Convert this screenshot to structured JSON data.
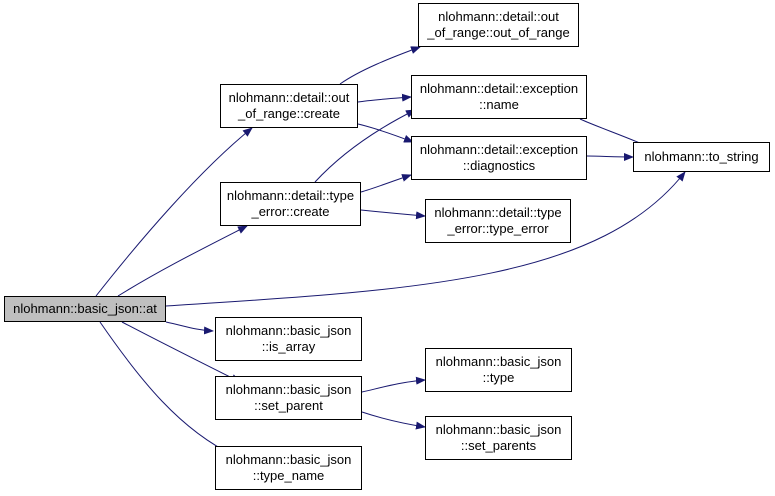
{
  "nodes": [
    {
      "id": "at",
      "label": "nlohmann::basic_json::at",
      "root": true
    },
    {
      "id": "oor_ctor",
      "label": "nlohmann::detail::out\n_of_range::out_of_range"
    },
    {
      "id": "oor_create",
      "label": "nlohmann::detail::out\n_of_range::create"
    },
    {
      "id": "exc_name",
      "label": "nlohmann::detail::exception\n::name"
    },
    {
      "id": "exc_diag",
      "label": "nlohmann::detail::exception\n::diagnostics"
    },
    {
      "id": "to_string",
      "label": "nlohmann::to_string"
    },
    {
      "id": "te_create",
      "label": "nlohmann::detail::type\n_error::create"
    },
    {
      "id": "te_ctor",
      "label": "nlohmann::detail::type\n_error::type_error"
    },
    {
      "id": "is_array",
      "label": "nlohmann::basic_json\n::is_array"
    },
    {
      "id": "set_parent",
      "label": "nlohmann::basic_json\n::set_parent"
    },
    {
      "id": "type",
      "label": "nlohmann::basic_json\n::type"
    },
    {
      "id": "set_parents",
      "label": "nlohmann::basic_json\n::set_parents"
    },
    {
      "id": "type_name",
      "label": "nlohmann::basic_json\n::type_name"
    }
  ],
  "edges": [
    {
      "from": "at",
      "to": "oor_create"
    },
    {
      "from": "at",
      "to": "te_create"
    },
    {
      "from": "at",
      "to": "to_string"
    },
    {
      "from": "at",
      "to": "is_array"
    },
    {
      "from": "at",
      "to": "set_parent"
    },
    {
      "from": "at",
      "to": "type_name"
    },
    {
      "from": "oor_create",
      "to": "oor_ctor"
    },
    {
      "from": "oor_create",
      "to": "exc_name"
    },
    {
      "from": "oor_create",
      "to": "exc_diag"
    },
    {
      "from": "te_create",
      "to": "exc_name"
    },
    {
      "from": "te_create",
      "to": "exc_diag"
    },
    {
      "from": "te_create",
      "to": "te_ctor"
    },
    {
      "from": "exc_name",
      "to": "to_string"
    },
    {
      "from": "exc_diag",
      "to": "to_string"
    },
    {
      "from": "set_parent",
      "to": "type"
    },
    {
      "from": "set_parent",
      "to": "set_parents"
    }
  ],
  "colors": {
    "edge": "#191970",
    "root_fill": "#bfbfbf",
    "node_fill": "#ffffff",
    "border": "#000000"
  }
}
